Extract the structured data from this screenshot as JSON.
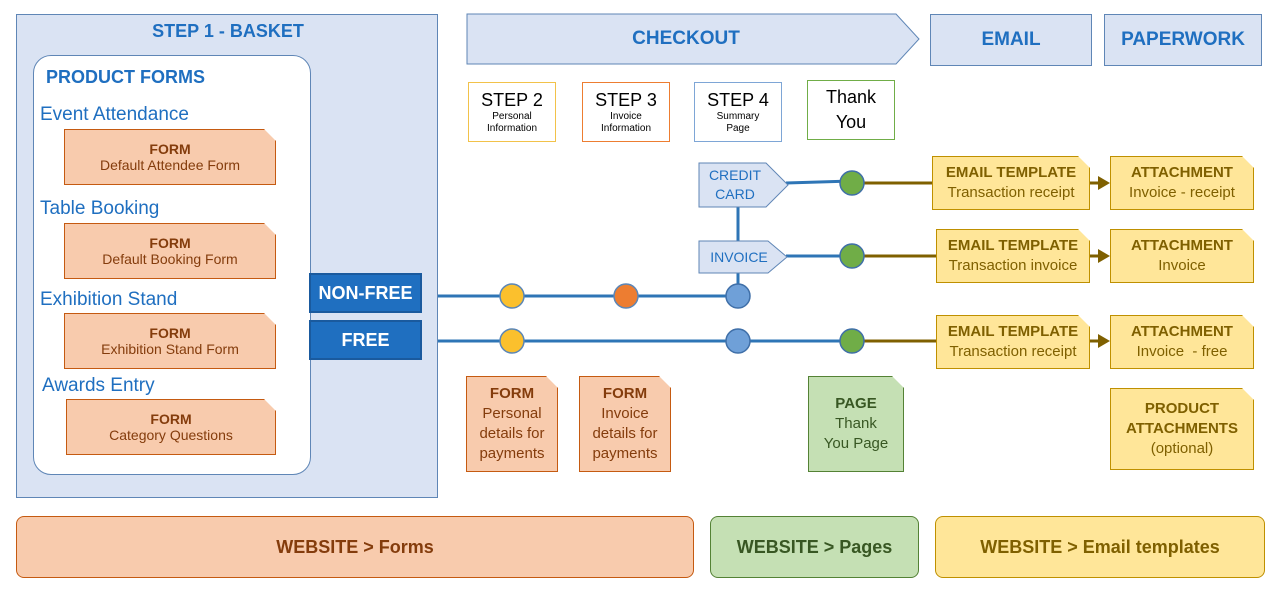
{
  "headers": {
    "step1": "STEP 1 - BASKET",
    "checkout": "CHECKOUT",
    "email": "EMAIL",
    "paperwork": "PAPERWORK"
  },
  "product_forms": {
    "title": "PRODUCT FORMS",
    "items": [
      {
        "category": "Event Attendance",
        "form_title": "FORM",
        "form_name": "Default Attendee Form"
      },
      {
        "category": "Table Booking",
        "form_title": "FORM",
        "form_name": "Default Booking Form"
      },
      {
        "category": "Exhibition Stand",
        "form_title": "FORM",
        "form_name": "Exhibition Stand Form"
      },
      {
        "category": "Awards Entry",
        "form_title": "FORM",
        "form_name": "Category Questions"
      }
    ]
  },
  "steps": [
    {
      "title": "STEP 2",
      "sub1": "Personal",
      "sub2": "Information",
      "color": "#f2c24a"
    },
    {
      "title": "STEP 3",
      "sub1": "Invoice",
      "sub2": "Information",
      "color": "#ed7d31"
    },
    {
      "title": "STEP 4",
      "sub1": "Summary",
      "sub2": "Page",
      "color": "#7ea6d6"
    },
    {
      "title1": "Thank",
      "title2": "You",
      "color": "#70ad47"
    }
  ],
  "paths": {
    "non_free": "NON-FREE",
    "free": "FREE",
    "credit_card_1": "CREDIT",
    "credit_card_2": "CARD",
    "invoice": "INVOICE"
  },
  "checkout_forms": [
    {
      "title": "FORM",
      "lines": [
        "Personal",
        "details for",
        "payments"
      ]
    },
    {
      "title": "FORM",
      "lines": [
        "Invoice",
        "details for",
        "payments"
      ]
    }
  ],
  "page": {
    "title": "PAGE",
    "lines": [
      "Thank",
      "You Page"
    ]
  },
  "email_templates": [
    {
      "title": "EMAIL TEMPLATE",
      "name": "Transaction receipt"
    },
    {
      "title": "EMAIL TEMPLATE",
      "name": "Transaction invoice"
    },
    {
      "title": "EMAIL TEMPLATE",
      "name": "Transaction receipt"
    }
  ],
  "attachments": [
    {
      "title": "ATTACHMENT",
      "name": "Invoice - receipt"
    },
    {
      "title": "ATTACHMENT",
      "name": "Invoice"
    },
    {
      "title": "ATTACHMENT",
      "name": "Invoice  - free"
    }
  ],
  "product_attachments": {
    "line1": "PRODUCT",
    "line2": "ATTACHMENTS",
    "line3": "(optional)"
  },
  "bottom_bars": {
    "forms": "WEBSITE > Forms",
    "pages": "WEBSITE > Pages",
    "email_templates": "WEBSITE > Email templates"
  },
  "colors": {
    "line_blue": "#2e75b6",
    "line_brown": "#7f6000",
    "dot_yellow": "#fbc02d",
    "dot_orange": "#ed7d31",
    "dot_blue": "#6fa0d8",
    "dot_green": "#70ad47"
  }
}
